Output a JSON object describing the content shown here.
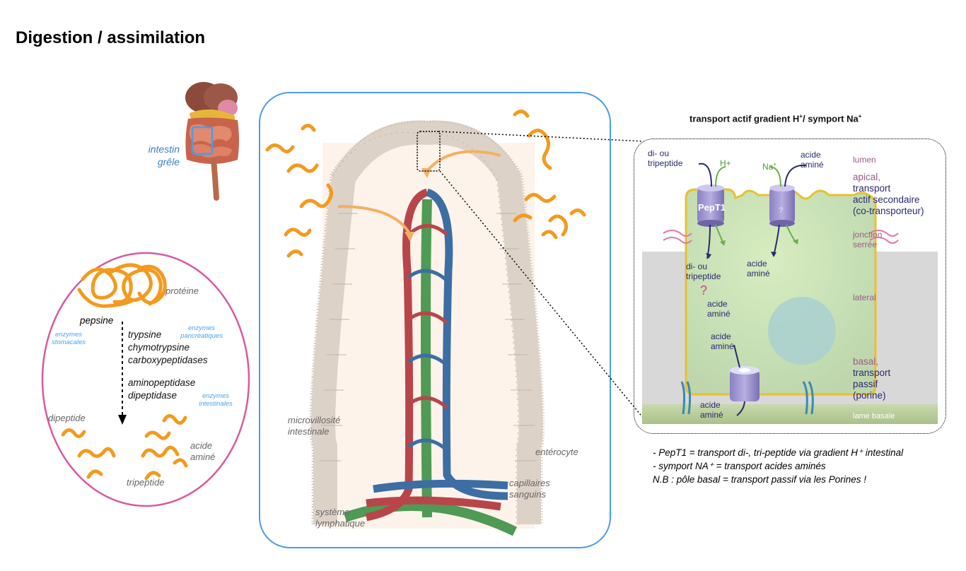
{
  "title": "Digestion / assimilation",
  "body_panel": {
    "label_line1": "intestin",
    "label_line2": "grêle"
  },
  "protein_panel": {
    "protein_label": "protéine",
    "pepsine": "pepsine",
    "gastric_enzymes_line1": "enzymes",
    "gastric_enzymes_line2": "stomacales",
    "pancreatic_enzymes_line1": "enzymes",
    "pancreatic_enzymes_line2": "pancréatiques",
    "pancreatic_list": [
      "trypsine",
      "chymotrypsine",
      "carboxypeptidases"
    ],
    "intestinal_list": [
      "aminopeptidase",
      "dipeptidase"
    ],
    "intestinal_enzymes_line1": "enzymes",
    "intestinal_enzymes_line2": "intestinales",
    "dipeptide": "dipeptide",
    "amino_acid_line1": "acide",
    "amino_acid_line2": "aminé",
    "tripeptide": "tripeptide"
  },
  "villus_panel": {
    "microvillus_line1": "microvillosité",
    "microvillus_line2": "intestinale",
    "enterocyte": "entérocyte",
    "capillaries_line1": "capillaires",
    "capillaries_line2": "sanguins",
    "lymph_line1": "système",
    "lymph_line2": "lymphatique"
  },
  "transport_panel": {
    "heading_part1": "transport actif gradient H",
    "heading_sup1": "+",
    "heading_part2": "/ symport Na",
    "heading_sup2": "+",
    "di_tri_line1": "di- ou",
    "di_tri_line2": "tripeptide",
    "h_plus": "H+",
    "na_plus": "Na",
    "na_sup": "+",
    "acide_amine_line1": "acide",
    "acide_amine_line2": "aminé",
    "pept1": "PepT1",
    "question": "?",
    "inner_di_tri_line1": "di- ou",
    "inner_di_tri_line2": "tripeptide",
    "inner_aa_line1": "acide",
    "inner_aa_line2": "aminé",
    "q_mark": "?",
    "lower_aa_line1": "acide",
    "lower_aa_line2": "aminé",
    "lower_aa2_line1": "acide",
    "lower_aa2_line2": "aminé",
    "basal_aa_line1": "acide",
    "basal_aa_line2": "aminé",
    "side_labels": {
      "lumen": "lumen",
      "apical": [
        "apical,",
        "transport",
        "actif secondaire",
        "(co-transporteur)"
      ],
      "jonction": [
        "jonction",
        "serrée"
      ],
      "lateral": "lateral",
      "basal": [
        "basal,",
        "transport",
        "passif",
        "(porine)"
      ],
      "lame_basale": "lame basale"
    }
  },
  "notes": [
    "- PepT1 = transport di-, tri-peptide via gradient H⁺ intestinal",
    "- symport NA⁺ = transport acides aminés",
    "N.B : pôle basal = transport passif via les Porines !"
  ],
  "colors": {
    "blue_frame": "#4a9ce8",
    "pink_frame": "#d85a9e",
    "orange": "#f39a1e",
    "artery": "#b8454a",
    "vein": "#3c6ea3",
    "lymph": "#4f9a55"
  }
}
